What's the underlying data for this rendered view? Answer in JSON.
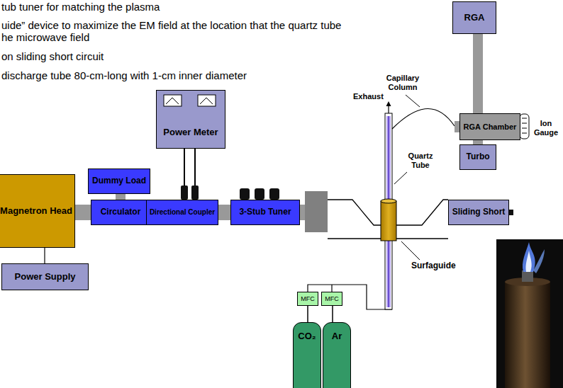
{
  "diagram": {
    "nodes": [
      {
        "text": [
          "RGA"
        ]
      },
      {
        "text": [
          "RGA Chamber"
        ]
      },
      {
        "text": [
          "Turbo"
        ]
      },
      {
        "text": [
          "Power Meter"
        ]
      },
      {
        "text": [
          "Dummy Load"
        ]
      },
      {
        "text": [
          "Magnetron Head"
        ]
      },
      {
        "text": [
          "Circulator"
        ]
      },
      {
        "text": [
          "Directional Coupler"
        ]
      },
      {
        "text": [
          "3-Stub Tuner"
        ]
      },
      {
        "text": [
          "Sliding Short"
        ]
      },
      {
        "text": [
          "Power Supply"
        ]
      },
      {
        "text": [
          "MFC"
        ]
      },
      {
        "text": [
          "MFC"
        ]
      },
      {
        "text": [
          "CO₂"
        ]
      },
      {
        "text": [
          "Ar"
        ]
      }
    ],
    "edges": [
      {
        "from": 0,
        "to": 1,
        "arrow": "none"
      },
      {
        "from": 1,
        "to": 2,
        "arrow": "none"
      },
      {
        "from": 3,
        "to": 7,
        "arrow": "none"
      },
      {
        "from": 3,
        "to": 7,
        "arrow": "none"
      },
      {
        "from": 4,
        "to": 6,
        "arrow": "none"
      },
      {
        "from": 5,
        "to": 6,
        "arrow": "none"
      },
      {
        "from": 6,
        "to": 7,
        "arrow": "none"
      },
      {
        "from": 7,
        "to": 8,
        "arrow": "none"
      },
      {
        "from": 5,
        "to": 10,
        "arrow": "none"
      },
      {
        "from": 11,
        "to": 13,
        "arrow": "none"
      },
      {
        "from": 12,
        "to": 14,
        "arrow": "none"
      }
    ],
    "labels": [
      "tub tuner for matching the plasma",
      "uide” device to maximize the EM field at the location that the quartz tube",
      "he microwave field",
      "on sliding short circuit",
      "discharge tube 80-cm-long with 1-cm inner diameter",
      "Exhaust",
      "Capillary Column",
      "Quartz Tube",
      "Ion Gauge",
      "Surfaguide"
    ]
  }
}
